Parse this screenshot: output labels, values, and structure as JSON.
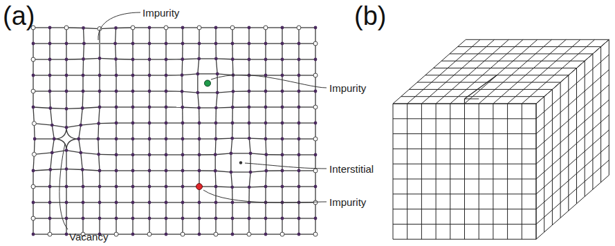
{
  "diagram": {
    "labels": [
      "(a)",
      "(b)",
      "Impurity",
      "Impurity",
      "Interstitial",
      "Impurity",
      "Vacancy"
    ]
  }
}
